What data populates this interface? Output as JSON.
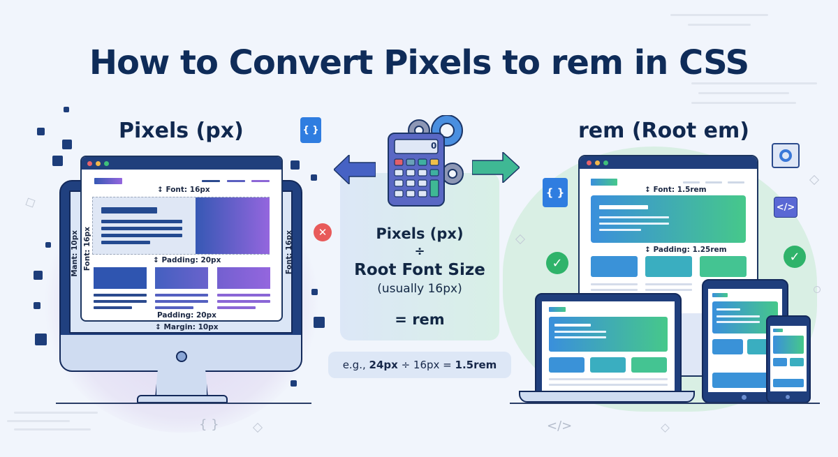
{
  "title": "How to Convert Pixels to rem in CSS",
  "left": {
    "heading": "Pixels (px)",
    "annotations": {
      "font_top": "Font: 16px",
      "padding_mid": "Padding: 20px",
      "padding_bottom": "Padding: 20px",
      "margin_bottom": "Margin: 10px",
      "left_outer": "Mant: 10px",
      "left_inner": "Font: 16px",
      "right_inner": "Font: 16px",
      "right_outer": "Font: 16px"
    },
    "status_icon": "error-x-icon",
    "file_icon_glyph": "{ }"
  },
  "center": {
    "calculator_display": "0",
    "line1": "Pixels (px)",
    "operator": "÷",
    "line2": "Root Font Size",
    "line3": "(usually 16px)",
    "result": "= rem",
    "example": {
      "prefix": "e.g., ",
      "px": "24px",
      "op": " ÷ 16px = ",
      "rem": "1.5rem"
    }
  },
  "right": {
    "heading": "rem (Root em)",
    "annotations": {
      "font": "Font: 1.5rem",
      "padding": "Padding: 1.25rem"
    },
    "file_icon_glyph": "{ }",
    "code_icon_glyph": "</>",
    "status_icon": "check-icon"
  },
  "decor": {
    "bottom_left_glyph": "{ }",
    "bottom_right_glyph": "</>",
    "check": "✓",
    "cross": "✕"
  },
  "colors": {
    "title": "#0f2c59",
    "navy": "#1f3e7c",
    "purple_accent": "#9466de",
    "green_accent": "#46c88a",
    "error": "#e85a5a",
    "success": "#2fb36a"
  }
}
